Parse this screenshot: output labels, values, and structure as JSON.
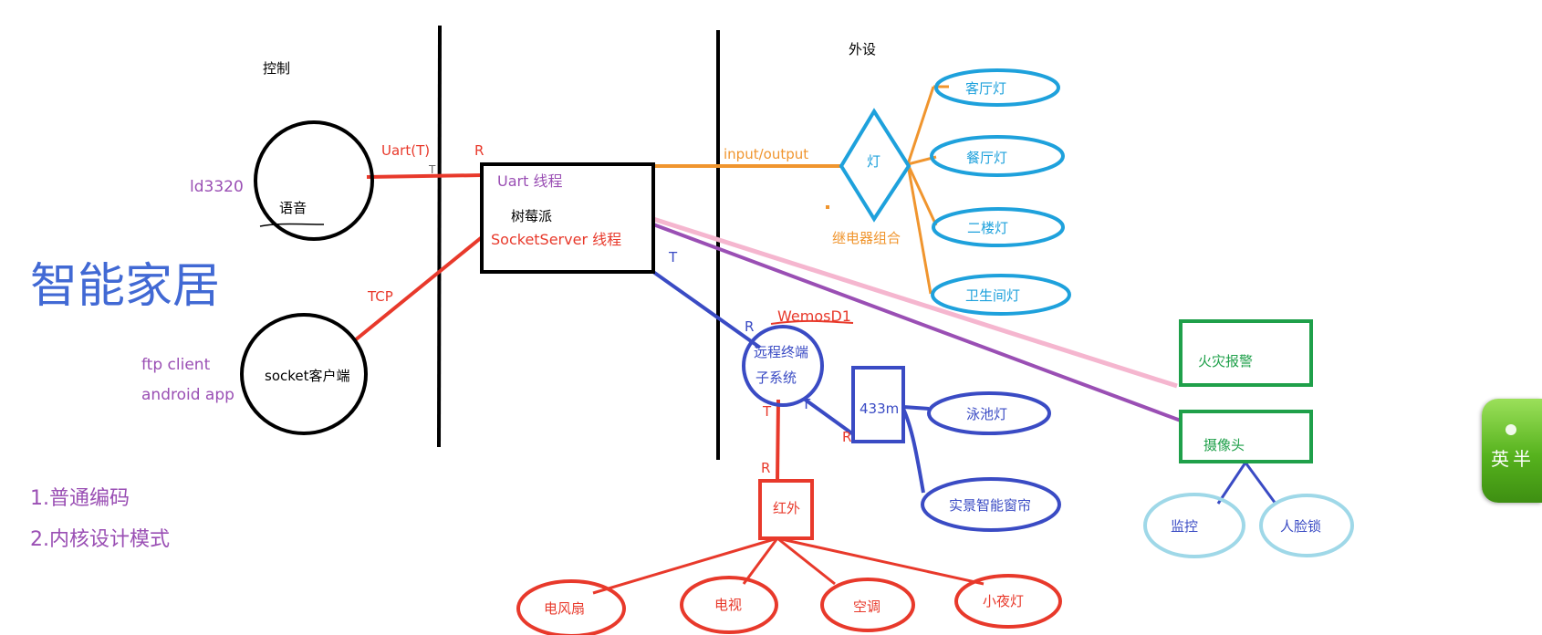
{
  "labels": {
    "control": "控制",
    "peripheral": "外设",
    "voice": "语音",
    "ld3320": "ld3320",
    "socket_client": "socket客户端",
    "ftp_client": "ftp client",
    "android_app": "android app",
    "title": "智能家居",
    "mode1": "1.普通编码",
    "mode2": "2.内核设计模式",
    "uart_t": "Uart(T)",
    "t_small": "T",
    "r1": "R",
    "tcp": "TCP",
    "uart_thread": "Uart 线程",
    "raspberry": "树莓派",
    "socketserver_thread": "SocketServer 线程",
    "input_output": "input/output",
    "lamp": "灯",
    "relay_group": "继电器组合",
    "living_room_light": "客厅灯",
    "dining_room_light": "餐厅灯",
    "second_floor_light": "二楼灯",
    "bathroom_light": "卫生间灯",
    "t_wemos": "T",
    "r_wemos": "R",
    "wemos": "WemosD1",
    "remote_terminal_1": "远程终端",
    "remote_terminal_2": "子系统",
    "t_433": "T",
    "r_433": "R",
    "box_433": "433m",
    "pool_light": "泳池灯",
    "smart_curtain": "实景智能窗帘",
    "t_ir": "T",
    "r_ir": "R",
    "infrared": "红外",
    "fan": "电风扇",
    "tv": "电视",
    "ac": "空调",
    "night_light": "小夜灯",
    "fire_alarm": "火灾报警",
    "camera": "摄像头",
    "monitor": "监控",
    "face_lock": "人脸锁",
    "ime_glyphs": "英半"
  },
  "colors": {
    "black": "#000000",
    "red": "#e8392b",
    "purple": "#9a4fb4",
    "orange": "#f0952e",
    "cyan": "#1ea1dc",
    "blue": "#3a4bc4",
    "green": "#1fa04a",
    "light_blue": "#9fd8e8",
    "pink": "#f5b6cf",
    "title_blue": "#4169d4"
  }
}
